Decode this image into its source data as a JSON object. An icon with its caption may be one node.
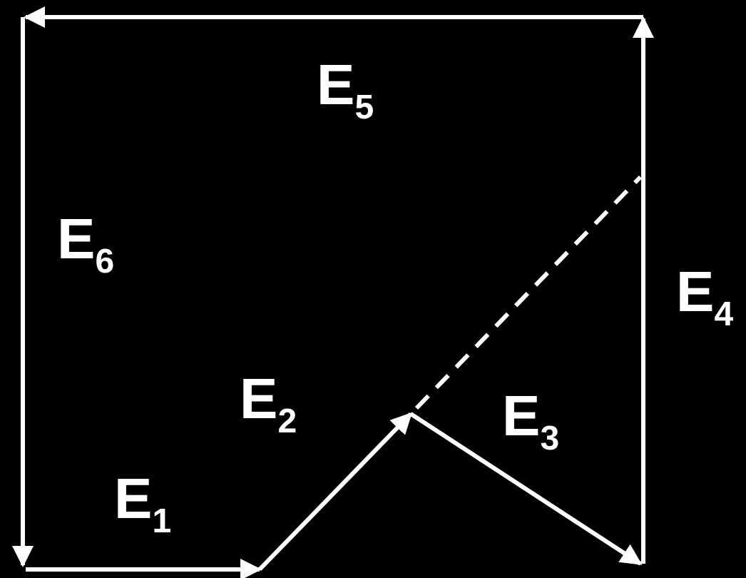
{
  "diagram": {
    "labels": [
      "E$_{5}$",
      "E$_{6}$",
      "E$_{4}$",
      "E$_{2}$",
      "E$_{3}$",
      "E$_{1}$"
    ]
  }
}
